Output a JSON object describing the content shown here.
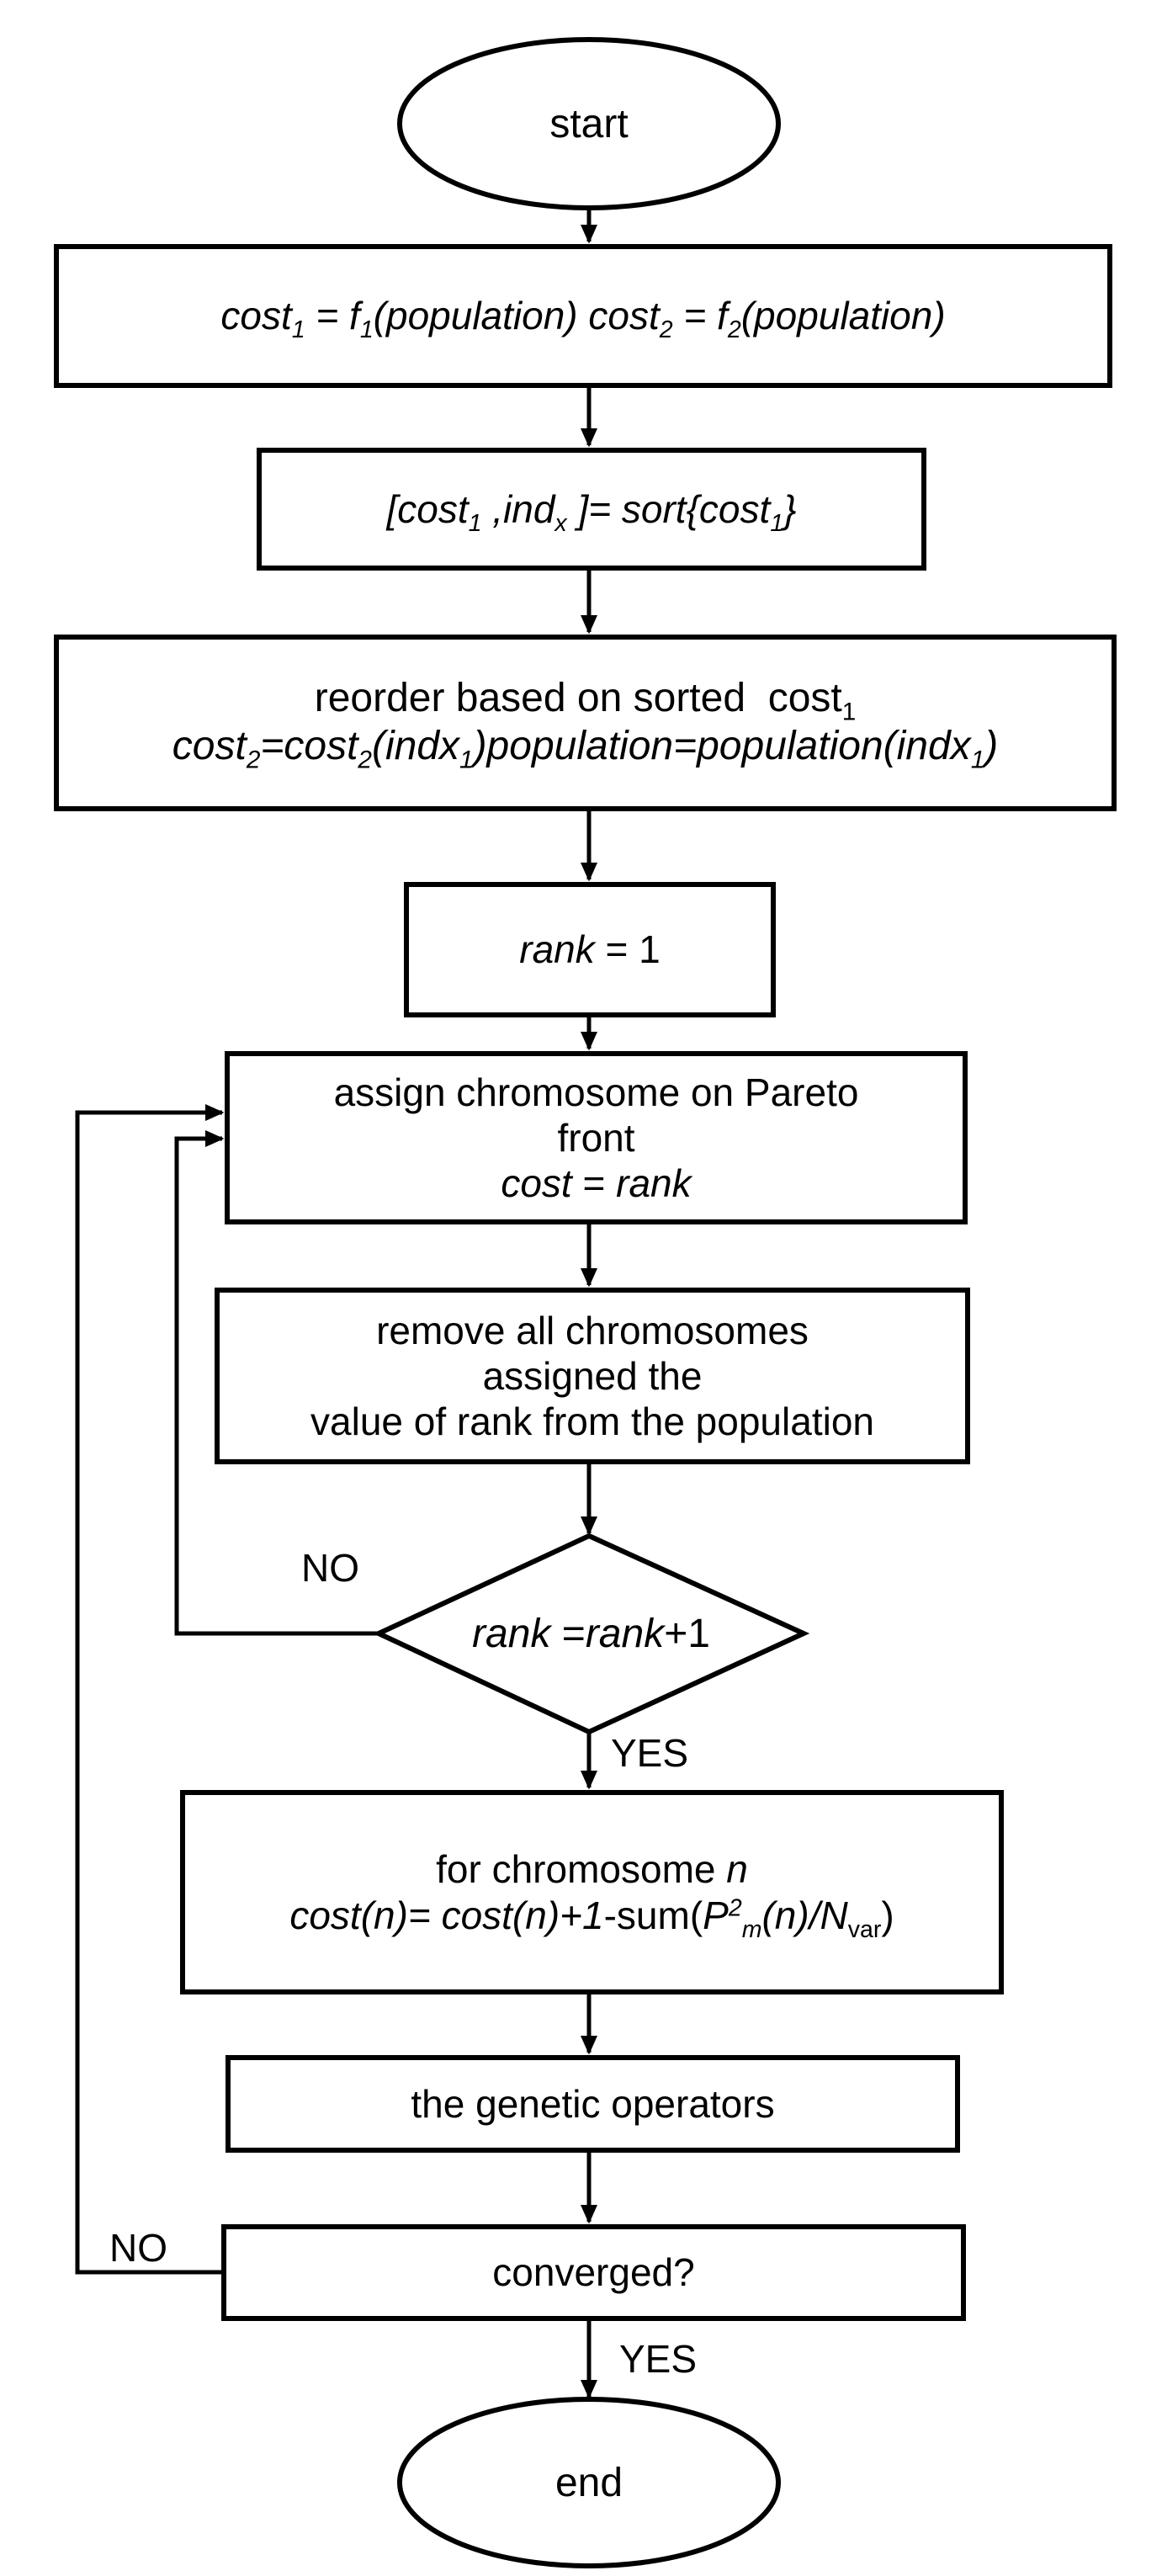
{
  "flowchart": {
    "colors": {
      "line": "#000000",
      "background": "#ffffff"
    },
    "start_label": "start",
    "end_label": "end",
    "nodes": {
      "cost_eval": {
        "runs": [
          "cost",
          "1",
          " = f",
          "1",
          "(population) cost",
          "2",
          " = f",
          "2",
          "(population)"
        ]
      },
      "sort_box": {
        "runs": [
          "[cost",
          "1",
          " ,ind",
          "x",
          " ]= sort{cost",
          "1",
          "}"
        ]
      },
      "reorder": {
        "line1_runs": [
          "reorder based on sorted  cost",
          "1"
        ],
        "line2_runs": [
          "cost",
          "2",
          "=cost",
          "2",
          "(indx",
          "1",
          ")population=population(indx",
          "1",
          ")"
        ]
      },
      "rank_init": {
        "runs": [
          "rank",
          " = 1"
        ]
      },
      "assign_front": {
        "line1": "assign chromosome on Pareto",
        "line2": "front",
        "line3_runs": [
          "cost",
          " = ",
          "rank"
        ]
      },
      "remove_chromosomes": {
        "line1": "remove all chromosomes",
        "line2": "assigned the",
        "line3": "value of rank from the population"
      },
      "rank_increment": {
        "runs": [
          "rank",
          " =",
          "rank",
          "+1"
        ]
      },
      "cost_update": {
        "line1_runs": [
          "for chromosome ",
          "n"
        ],
        "line2_runs": [
          "cost(n)= cost(n)+1",
          "-sum(",
          "P",
          "2",
          "m",
          "(n)/N",
          "var",
          ")"
        ]
      },
      "genetic_operators": {
        "label": "the genetic operators"
      },
      "converged": {
        "label": "converged?"
      }
    },
    "edge_labels": {
      "rank_no": "NO",
      "rank_yes": "YES",
      "converged_no": "NO",
      "converged_yes": "YES"
    }
  }
}
